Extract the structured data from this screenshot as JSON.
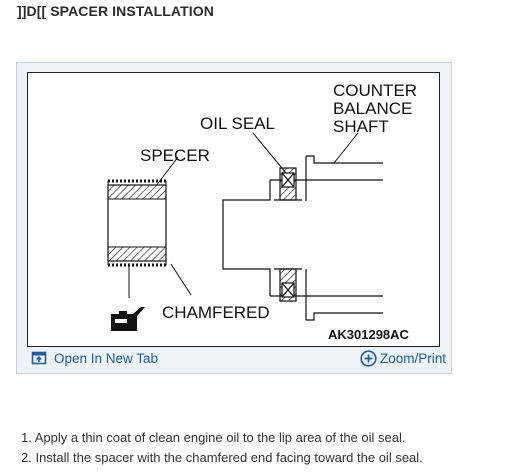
{
  "heading": "]]D[[ SPACER INSTALLATION",
  "figure": {
    "labels": {
      "counter_line1": "COUNTER",
      "counter_line2": "BALANCE",
      "counter_line3": "SHAFT",
      "oil_seal": "OIL SEAL",
      "specer": "SPECER",
      "chamfered": "CHAMFERED",
      "code": "AK301298AC"
    }
  },
  "footer": {
    "open_tab": "Open In New Tab",
    "zoom_print": "Zoom/Print"
  },
  "steps": [
    "1. Apply a thin coat of clean engine oil to the lip area of the oil seal.",
    "2. Install the spacer with the chamfered end facing toward the oil seal."
  ],
  "colors": {
    "link": "#1f5fa8",
    "card_bg": "#eef3f7",
    "card_border": "#c8d2dc"
  }
}
